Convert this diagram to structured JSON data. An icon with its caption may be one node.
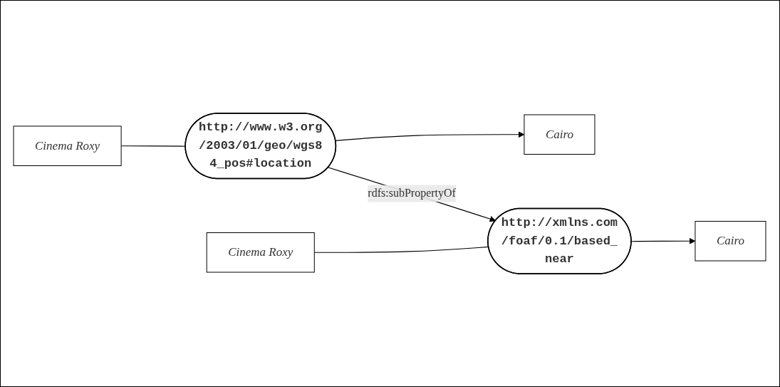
{
  "diagram": {
    "nodes": [
      {
        "text": [
          "Cinema Roxy"
        ]
      },
      {
        "text": [
          "http://www.w3.org /2003/01/geo/wgs8 4_pos#location"
        ]
      },
      {
        "text": [
          "Cairo"
        ]
      },
      {
        "text": [
          "Cinema Roxy"
        ]
      },
      {
        "text": [
          "http://xmlns.com /foaf/0.1/based_ near"
        ]
      },
      {
        "text": [
          "Cairo"
        ]
      }
    ],
    "edges": [
      {
        "from": 0,
        "to": 1,
        "arrow": "none"
      },
      {
        "from": 1,
        "to": 2,
        "arrow": "to"
      },
      {
        "from": 1,
        "to": 4,
        "arrow": "to",
        "label": "rdfs:subPropertyOf"
      },
      {
        "from": 3,
        "to": 4,
        "arrow": "none"
      },
      {
        "from": 4,
        "to": 5,
        "arrow": "to"
      }
    ]
  }
}
